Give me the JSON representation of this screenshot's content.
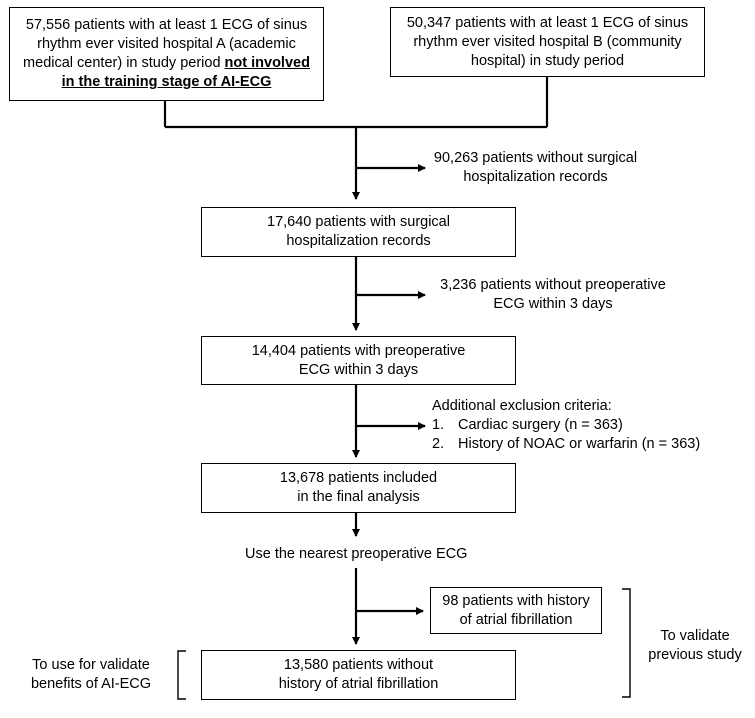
{
  "box_a": {
    "line1": "57,556 patients with at least 1 ECG of sinus",
    "line2": "rhythm ever visited hospital A (academic",
    "line3_pre": "medical center) in study period ",
    "line3_strong": "not involved",
    "line4_strong": "in the training stage of AI-ECG"
  },
  "box_b": {
    "line1": "50,347 patients with at least 1 ECG of sinus",
    "line2": "rhythm ever visited hospital B (community",
    "line3": "hospital) in study period"
  },
  "excl_1": {
    "line1": "90,263 patients without surgical",
    "line2": "hospitalization records"
  },
  "box_surgical": {
    "line1": "17,640 patients with surgical",
    "line2": "hospitalization records"
  },
  "excl_2": {
    "line1": "3,236 patients without preoperative",
    "line2": "ECG within 3 days"
  },
  "box_preop": {
    "line1": "14,404 patients with preoperative",
    "line2": "ECG within 3 days"
  },
  "excl_3": {
    "title": "Additional exclusion criteria:",
    "items": [
      {
        "num": "1.",
        "text": "Cardiac surgery (n = 363)"
      },
      {
        "num": "2.",
        "text": "History of NOAC or warfarin (n = 363)"
      }
    ]
  },
  "box_final": {
    "line1": "13,678 patients included",
    "line2": "in the final analysis"
  },
  "step_label": "Use the nearest preoperative ECG",
  "box_af": {
    "line1": "98 patients with history",
    "line2": "of atrial fibrillation"
  },
  "box_no_af": {
    "line1": "13,580 patients without",
    "line2": "history of atrial fibrillation"
  },
  "right_note": {
    "line1": "To validate",
    "line2": "previous study"
  },
  "left_note": {
    "line1": "To use for validate",
    "line2": "benefits of AI-ECG"
  }
}
